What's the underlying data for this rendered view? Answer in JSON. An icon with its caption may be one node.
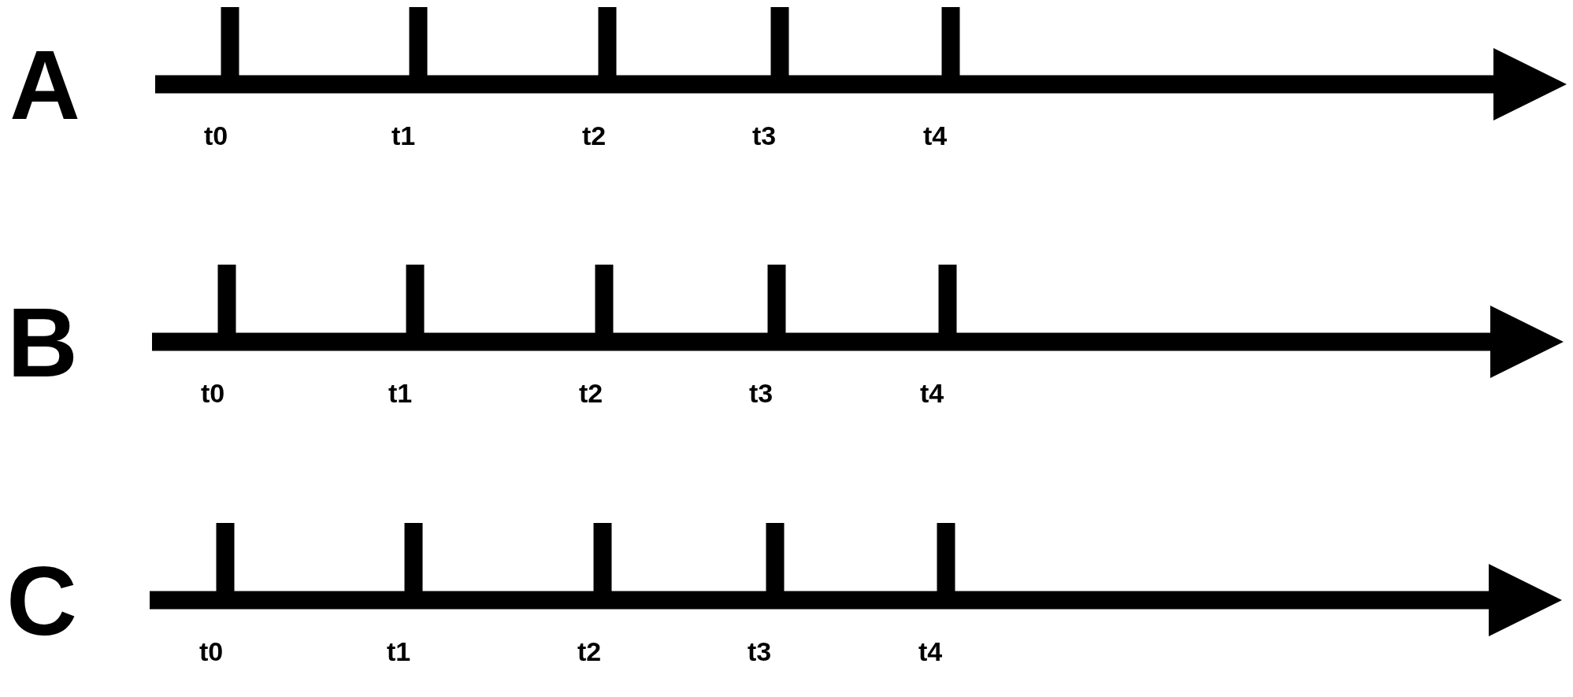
{
  "diagram": {
    "labels": [
      "A",
      "t0",
      "t1",
      "t2",
      "t3",
      "t4",
      "B",
      "t0",
      "t1",
      "t2",
      "t3",
      "t4",
      "C",
      "t0",
      "t1",
      "t2",
      "t3",
      "t4"
    ]
  }
}
